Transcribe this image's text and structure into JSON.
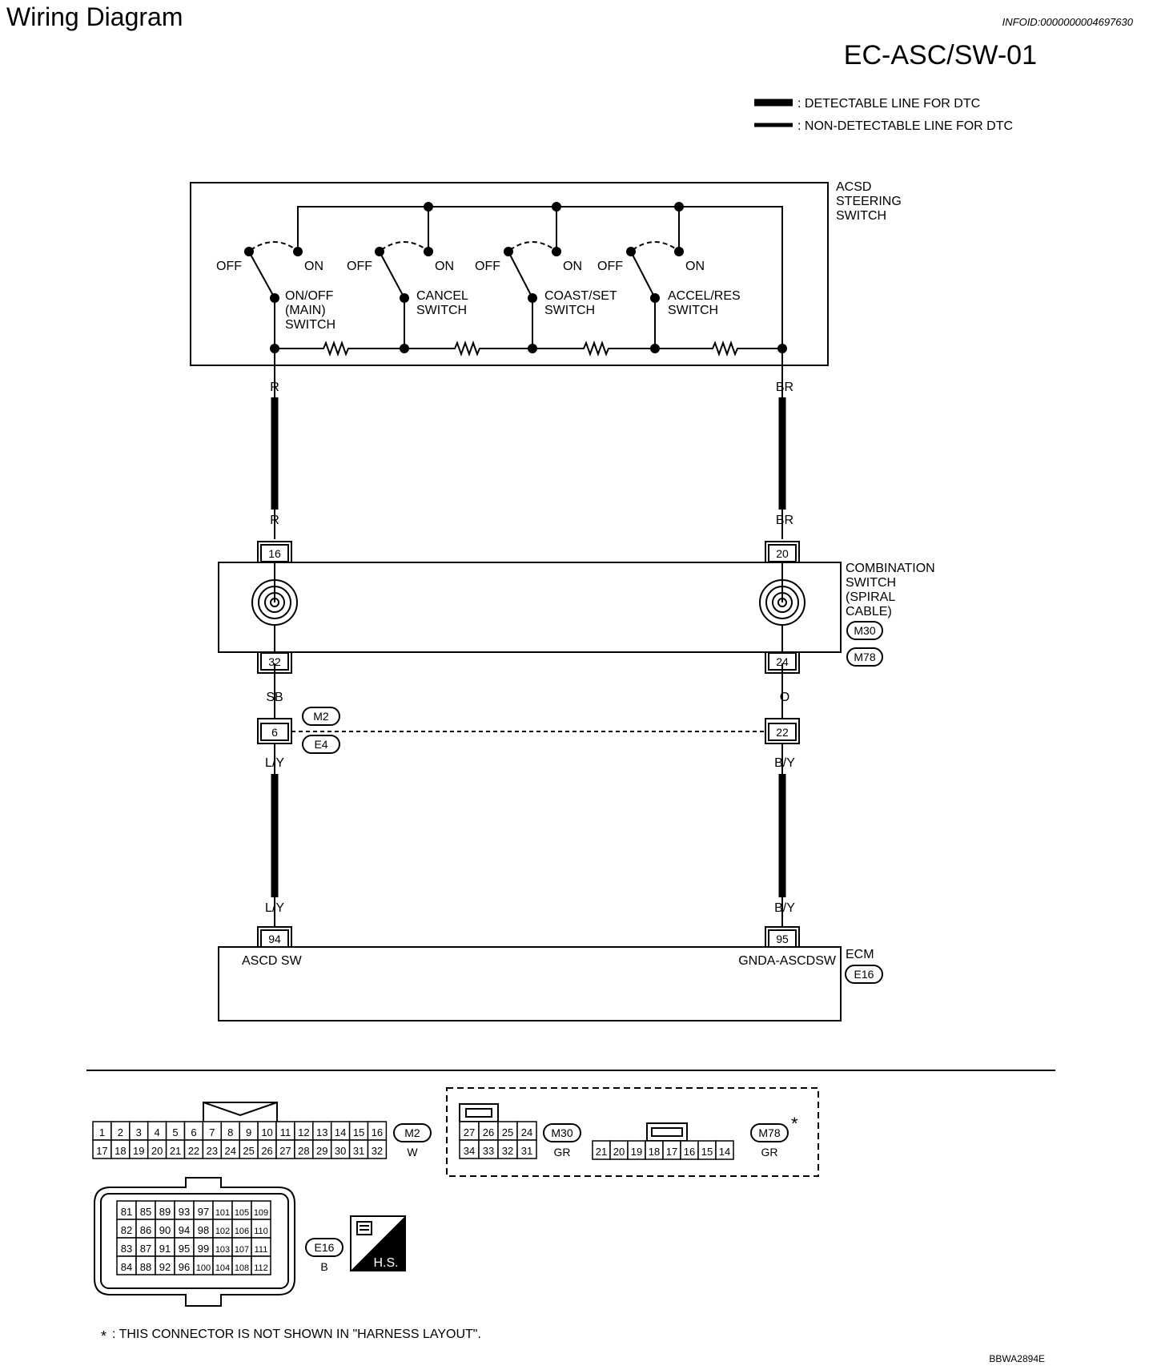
{
  "header": {
    "title": "Wiring Diagram",
    "info_id": "INFOID:0000000004697630",
    "diagram_code": "EC-ASC/SW-01"
  },
  "legend": {
    "detectable": ": DETECTABLE LINE FOR DTC",
    "non_detectable": ": NON-DETECTABLE LINE FOR DTC"
  },
  "acsd": {
    "label": [
      "ACSD",
      "STEERING",
      "SWITCH"
    ],
    "off": "OFF",
    "on": "ON",
    "switches": [
      {
        "name": [
          "ON/OFF",
          "(MAIN)",
          "SWITCH"
        ]
      },
      {
        "name": [
          "CANCEL",
          "SWITCH"
        ]
      },
      {
        "name": [
          "COAST/SET",
          "SWITCH"
        ]
      },
      {
        "name": [
          "ACCEL/RES",
          "SWITCH"
        ]
      }
    ]
  },
  "wires": {
    "left_top": "R",
    "right_top": "BR",
    "left_top2": "R",
    "right_top2": "BR",
    "left_mid": "SB",
    "right_mid": "O",
    "left_low": "L/Y",
    "right_low": "B/Y",
    "left_low2": "L/Y",
    "right_low2": "B/Y"
  },
  "combination_switch": {
    "label": [
      "COMBINATION",
      "SWITCH",
      "(SPIRAL",
      "CABLE)"
    ],
    "connectors": [
      "M30",
      "M78"
    ],
    "pins": {
      "top_left": "16",
      "top_right": "20",
      "bottom_left": "32",
      "bottom_right": "24"
    }
  },
  "joint_connector": {
    "connectors": [
      "M2",
      "E4"
    ],
    "pins": {
      "left": "6",
      "right": "22"
    }
  },
  "ecm": {
    "label": "ECM",
    "connector": "E16",
    "pins": {
      "left": "94",
      "right": "95"
    },
    "terminals": {
      "left": "ASCD SW",
      "right": "GNDA-ASCDSW"
    }
  },
  "connector_views": {
    "m2": {
      "id": "M2",
      "color": "W",
      "row1": [
        "1",
        "2",
        "3",
        "4",
        "5",
        "6",
        "7",
        "8",
        "9",
        "10",
        "11",
        "12",
        "13",
        "14",
        "15",
        "16"
      ],
      "row2": [
        "17",
        "18",
        "19",
        "20",
        "21",
        "22",
        "23",
        "24",
        "25",
        "26",
        "27",
        "28",
        "29",
        "30",
        "31",
        "32"
      ]
    },
    "m30": {
      "id": "M30",
      "color": "GR",
      "row1": [
        "27",
        "26",
        "25",
        "24"
      ],
      "row2": [
        "34",
        "33",
        "32",
        "31"
      ]
    },
    "m78": {
      "id": "M78",
      "color": "GR",
      "asterisk": "*",
      "row1": [
        "21",
        "20",
        "19",
        "18",
        "17",
        "16",
        "15",
        "14"
      ]
    },
    "e16": {
      "id": "E16",
      "color": "B",
      "rows": [
        [
          "81",
          "85",
          "89",
          "93",
          "97",
          "101",
          "105",
          "109"
        ],
        [
          "82",
          "86",
          "90",
          "94",
          "98",
          "102",
          "106",
          "110"
        ],
        [
          "83",
          "87",
          "91",
          "95",
          "99",
          "103",
          "107",
          "111"
        ],
        [
          "84",
          "88",
          "92",
          "96",
          "100",
          "104",
          "108",
          "112"
        ]
      ]
    },
    "hs_label": "H.S."
  },
  "footnote": ": THIS CONNECTOR IS NOT SHOWN IN \"HARNESS LAYOUT\".",
  "footnote_star": "*",
  "figure_id": "BBWA2894E"
}
